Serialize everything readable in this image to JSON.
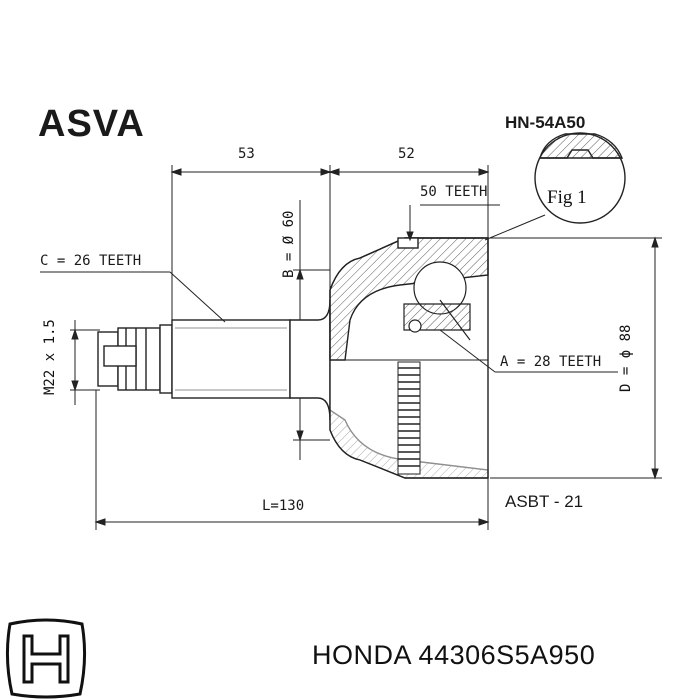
{
  "brand": "ASVA",
  "part_number": "HN-54A50",
  "dimensions": {
    "left_length": "53",
    "right_length": "52",
    "overall_length": "L=130",
    "bore": "B = Ø 60",
    "outer_diameter": "D = ϕ 88",
    "thread": "M22 x 1.5"
  },
  "teeth": {
    "abs_ring": "50 TEETH",
    "shaft_spline": "C = 26 TEETH",
    "inner_spline": "A = 28 TEETH"
  },
  "figure_label": "Fig 1",
  "cross_reference": "ASBT - 21",
  "footer": {
    "make": "HONDA",
    "oem_number": "44306S5A950"
  },
  "icons": {
    "make_logo": "honda-logo-icon"
  }
}
